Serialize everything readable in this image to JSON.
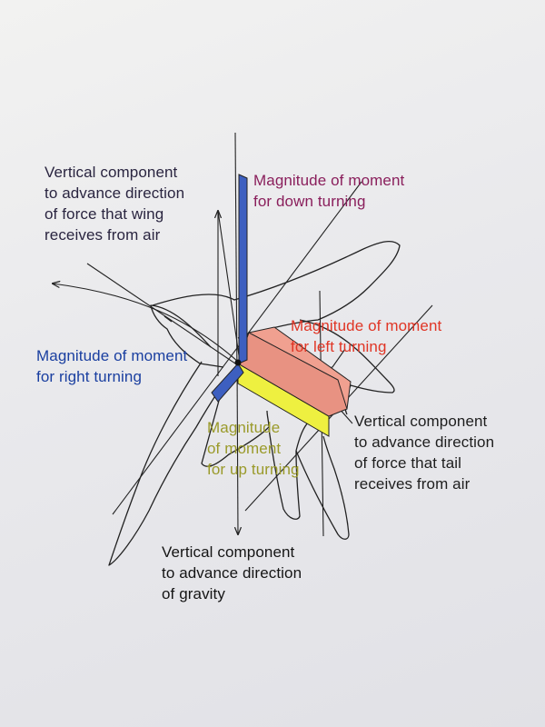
{
  "labels": {
    "wing_force": "Vertical component\nto advance direction\nof force that wing\nreceives from air",
    "down_turning": "Magnitude of moment\nfor down turning",
    "left_turning": "Magnitude of moment\nfor left turning",
    "right_turning": "Magnitude of moment\nfor right turning",
    "up_turning": "Magnitude\nof moment\nfor up turning",
    "tail_force": "Vertical component\nto advance direction\nof force that tail\nreceives from air",
    "gravity": "Vertical component\nto advance direction\nof gravity"
  },
  "colors": {
    "ink": "#222222",
    "wing_force_text": "#2a2540",
    "down_turning": "#8a1f5c",
    "left_turning": "#e03525",
    "right_turning": "#1a3fa0",
    "up_turning": "#9a9a2a",
    "tail_force_text": "#1e1e1e",
    "gravity_text": "#151515",
    "blue_bar": "#3d5fc0",
    "red_box": "#f0a090",
    "yellow_box": "#eef040"
  },
  "icons": {
    "bird": "swallow-outline",
    "moment_bars": "force-moment-bars"
  }
}
